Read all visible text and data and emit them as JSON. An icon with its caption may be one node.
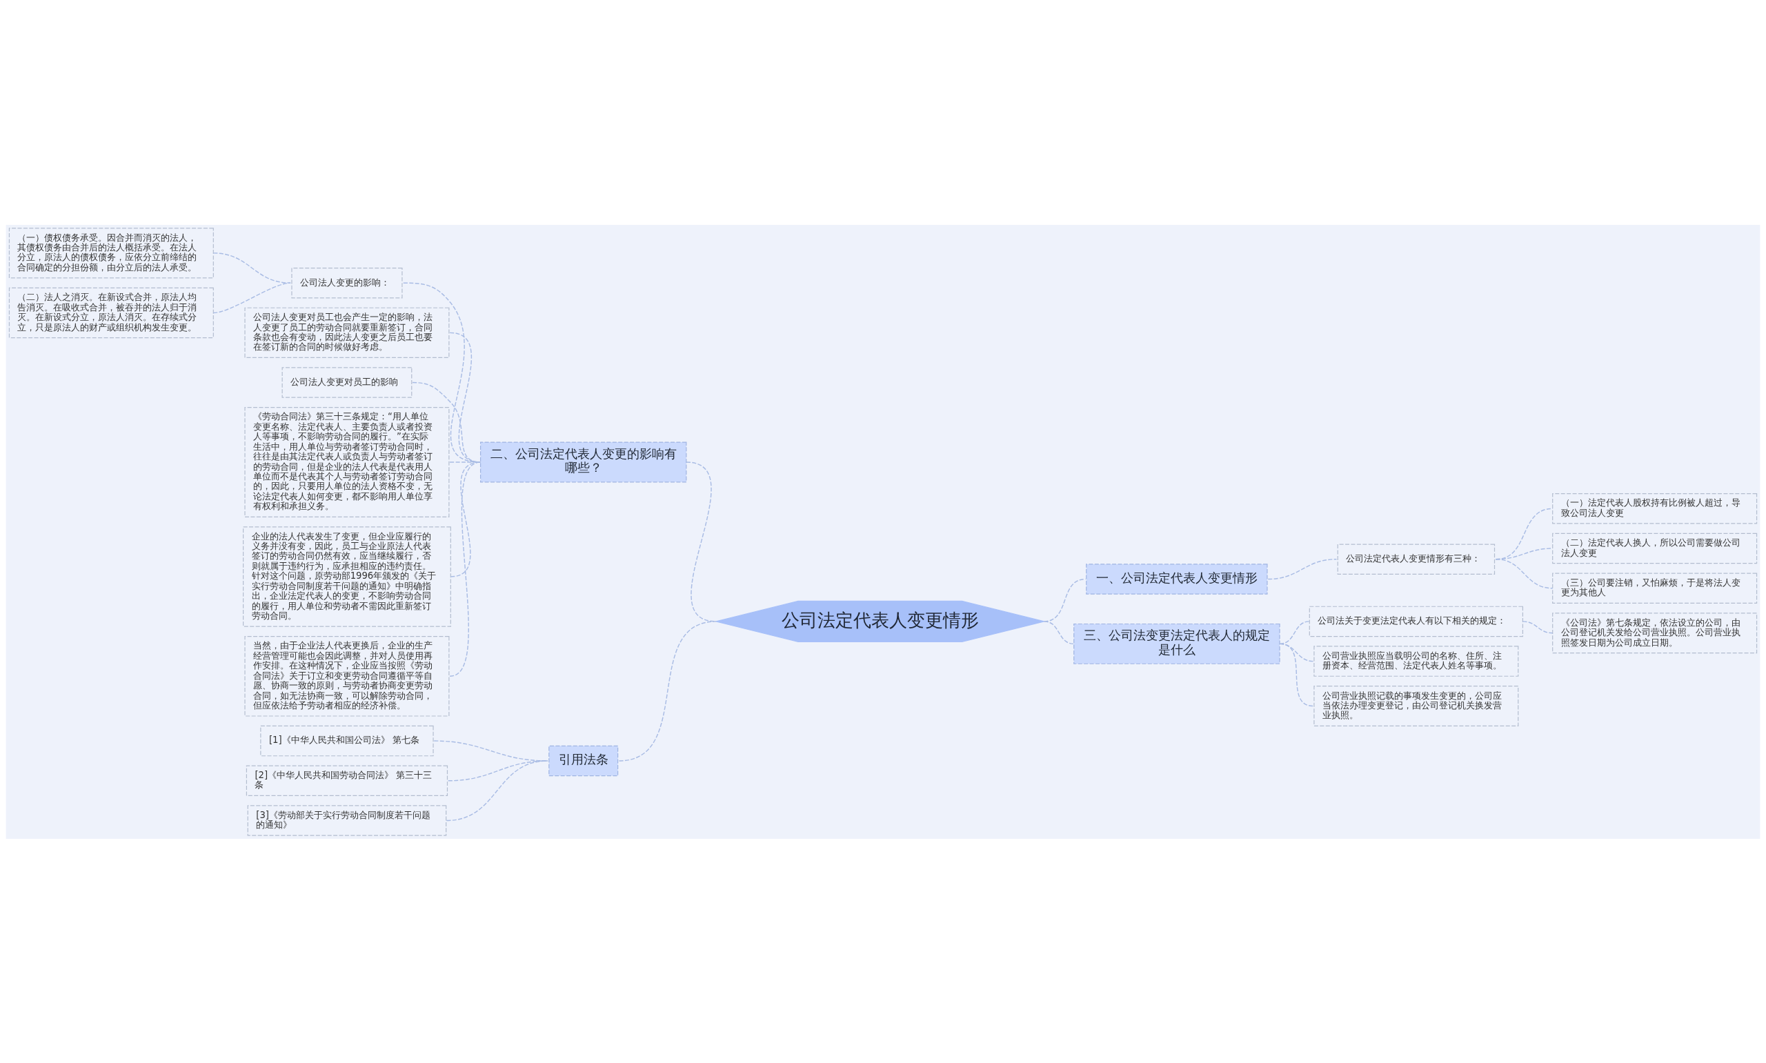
{
  "diagram": {
    "nodes": [
      {
        "text": [
          "公司法定代表人变更情形"
        ]
      },
      {
        "text": [
          "一、公司法定代表人变更情形"
        ]
      },
      {
        "text": [
          "公司法定代表人变更情形有三种："
        ]
      },
      {
        "text": [
          "（一）法定代表人股权持有比例被人超过，导致公司法人变更"
        ]
      },
      {
        "text": [
          "（二）法定代表人换人，所以公司需要做公司法人变更"
        ]
      },
      {
        "text": [
          "（三）公司要注销，又怕麻烦，于是将法人变更为其他人"
        ]
      },
      {
        "text": [
          "三、公司法变更法定代表人的规定是什么"
        ]
      },
      {
        "text": [
          "公司法关于变更法定代表人有以下相关的规定："
        ]
      },
      {
        "text": [
          "《公司法》第七条规定，依法设立的公司，由公司登记机关发给公司营业执照。公司营业执照签发日期为公司成立日期。"
        ]
      },
      {
        "text": [
          "公司营业执照应当载明公司的名称、住所、注册资本、经营范围、法定代表人姓名等事项。"
        ]
      },
      {
        "text": [
          "公司营业执照记载的事项发生变更的，公司应当依法办理变更登记，由公司登记机关换发营业执照。"
        ]
      },
      {
        "text": [
          "二、公司法定代表人变更的影响有哪些？"
        ]
      },
      {
        "text": [
          "公司法人变更的影响："
        ]
      },
      {
        "text": [
          "（一）债权债务承受。因合并而消灭的法人，其债权债务由合并后的法人概括承受。在法人分立，原法人的债权债务，应依分立前缔结的合同确定的分担份额，由分立后的法人承受。"
        ]
      },
      {
        "text": [
          "（二）法人之消灭。在新设式合并，原法人均告消灭。在吸收式合并，被吞并的法人归于消灭。在新设式分立，原法人消灭。在存续式分立，只是原法人的财产或组织机构发生变更。"
        ]
      },
      {
        "text": [
          "公司法人变更对员工也会产生一定的影响，法人变更了员工的劳动合同就要重新签订，合同条款也会有变动，因此法人变更之后员工也要在签订新的合同的时候做好考虑。"
        ]
      },
      {
        "text": [
          "公司法人变更对员工的影响"
        ]
      },
      {
        "text": [
          "《劳动合同法》第三十三条规定：“用人单位变更名称、法定代表人、主要负责人或者投资人等事项，不影响劳动合同的履行。”在实际生活中，用人单位与劳动者签订劳动合同时，往往是由其法定代表人或负责人与劳动者签订的劳动合同，但是企业的法人代表是代表用人单位而不是代表其个人与劳动者签订劳动合同的，因此，只要用人单位的法人资格不变，无论法定代表人如何变更，都不影响用人单位享有权利和承担义务。"
        ]
      },
      {
        "text": [
          "企业的法人代表发生了变更，但企业应履行的义务并没有变，因此，员工与企业原法人代表签订的劳动合同仍然有效，应当继续履行，否则就属于违约行为，应承担相应的违约责任。针对这个问题，原劳动部1996年颁发的《关于实行劳动合同制度若干问题的通知》中明确指出，企业法定代表人的变更，不影响劳动合同的履行，用人单位和劳动者不需因此重新签订劳动合同。"
        ]
      },
      {
        "text": [
          "当然，由于企业法人代表更换后，企业的生产经营管理可能也会因此调整，并对人员使用再作安排。在这种情况下，企业应当按照《劳动合同法》关于订立和变更劳动合同遵循平等自愿、协商一致的原则，与劳动者协商变更劳动合同，如无法协商一致，可以解除劳动合同，但应依法给予劳动者相应的经济补偿。"
        ]
      },
      {
        "text": [
          "引用法条"
        ]
      },
      {
        "text": [
          "[1]《中华人民共和国公司法》 第七条"
        ]
      },
      {
        "text": [
          "[2]《中华人民共和国劳动合同法》 第三十三条"
        ]
      },
      {
        "text": [
          "[3]《劳动部关于实行劳动合同制度若干问题的通知》"
        ]
      }
    ],
    "edges": [
      {
        "from": 0,
        "to": 1,
        "arrow": "none"
      },
      {
        "from": 1,
        "to": 2,
        "arrow": "none"
      },
      {
        "from": 2,
        "to": 3,
        "arrow": "none"
      },
      {
        "from": 2,
        "to": 4,
        "arrow": "none"
      },
      {
        "from": 2,
        "to": 5,
        "arrow": "none"
      },
      {
        "from": 0,
        "to": 6,
        "arrow": "none"
      },
      {
        "from": 6,
        "to": 7,
        "arrow": "none"
      },
      {
        "from": 7,
        "to": 8,
        "arrow": "none"
      },
      {
        "from": 6,
        "to": 9,
        "arrow": "none"
      },
      {
        "from": 6,
        "to": 10,
        "arrow": "none"
      },
      {
        "from": 0,
        "to": 11,
        "arrow": "none"
      },
      {
        "from": 11,
        "to": 12,
        "arrow": "none"
      },
      {
        "from": 12,
        "to": 13,
        "arrow": "none"
      },
      {
        "from": 12,
        "to": 14,
        "arrow": "none"
      },
      {
        "from": 11,
        "to": 15,
        "arrow": "none"
      },
      {
        "from": 11,
        "to": 16,
        "arrow": "none"
      },
      {
        "from": 11,
        "to": 17,
        "arrow": "none"
      },
      {
        "from": 11,
        "to": 18,
        "arrow": "none"
      },
      {
        "from": 11,
        "to": 19,
        "arrow": "none"
      },
      {
        "from": 0,
        "to": 20,
        "arrow": "none"
      },
      {
        "from": 20,
        "to": 21,
        "arrow": "none"
      },
      {
        "from": 20,
        "to": 22,
        "arrow": "none"
      },
      {
        "from": 20,
        "to": 23,
        "arrow": "none"
      }
    ]
  }
}
